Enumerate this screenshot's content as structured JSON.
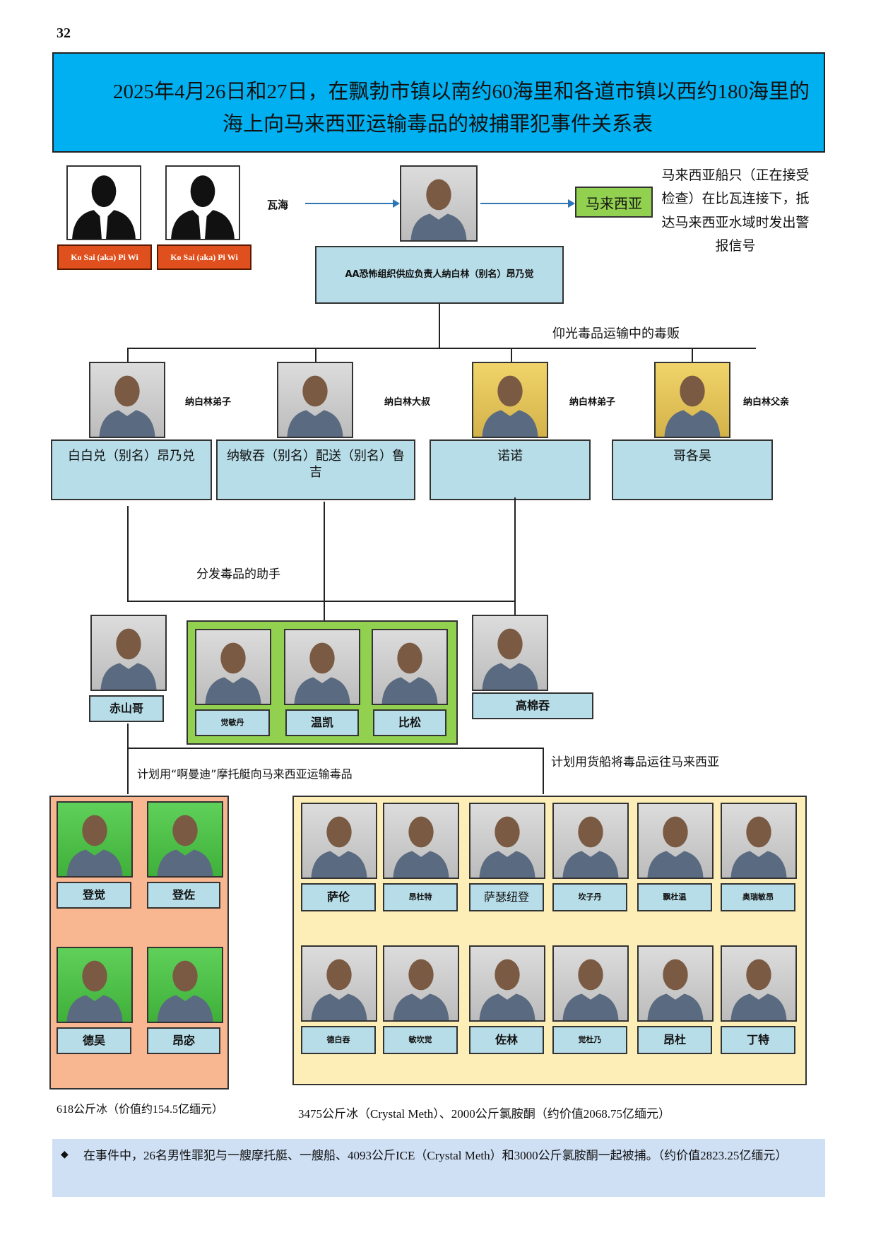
{
  "page_number": "32",
  "title": {
    "line1": "2025年4月26日和27日，在飘勃市镇以南约60海里和各道市镇以西约180海里的",
    "line2": "海上向马来西亚运输毒品的被捕罪犯事件关系表"
  },
  "top": {
    "ko_sai_1": "Ko Sai (aka) Pi Wi",
    "ko_sai_2": "Ko Sai (aka) Pi Wi",
    "wahai": "瓦海",
    "malaysia": "马来西亚",
    "malaysia_note": "马来西亚船只（正在接受检查）在比瓦连接下，抵达马来西亚水域时发出警报信号",
    "leader": "AA恐怖组织供应负责人纳白林（别名）昂乃觉",
    "yangon_label": "仰光毒品运输中的毒贩"
  },
  "level2": [
    {
      "relation": "纳白林弟子",
      "name": "白白兑（别名）昂乃兑"
    },
    {
      "relation": "纳白林大叔",
      "name": "纳敏吞（别名）配送（别名）鲁吉"
    },
    {
      "relation": "纳白林弟子",
      "name": "诺诺"
    },
    {
      "relation": "纳白林父亲",
      "name": "哥各吴"
    }
  ],
  "assistants_label": "分发毒品的助手",
  "level3": {
    "left": "赤山哥",
    "group": [
      "觉敏丹",
      "温凯",
      "比松"
    ],
    "right": "高棉吞"
  },
  "plan_motorboat": "计划用“啊曼迪”摩托艇向马来西亚运输毒品",
  "plan_cargo": "计划用货船将毒品运往马来西亚",
  "motorboat_group": [
    "登觉",
    "登佐",
    "德吴",
    "昂宓"
  ],
  "cargo_group_row1": [
    "萨伦",
    "昂杜特",
    "萨瑟纽登",
    "坎子丹",
    "飘杜温",
    "奥瑞敏昂"
  ],
  "cargo_group_row2": [
    "德白吞",
    "敏坎觉",
    "佐林",
    "觉杜乃",
    "昂杜",
    "丁特"
  ],
  "motorboat_caption": "618公斤冰（价值约154.5亿缅元）",
  "cargo_caption": "3475公斤冰（Crystal Meth）、2000公斤氯胺酮（约价值2068.75亿缅元）",
  "note": "在事件中，26名男性罪犯与一艘摩托艇、一艘船、4093公斤ICE（Crystal Meth）和3000公斤氯胺酮一起被捕。（约价值2823.25亿缅元）",
  "colors": {
    "title_bg": "#00b0f0",
    "label_bg": "#b7dde8",
    "green": "#92d050",
    "orange": "#f8b790",
    "cream": "#fdeeb8",
    "note_bg": "#cfe0f5",
    "red_label": "#e0501e",
    "arrow": "#2e75b6"
  }
}
